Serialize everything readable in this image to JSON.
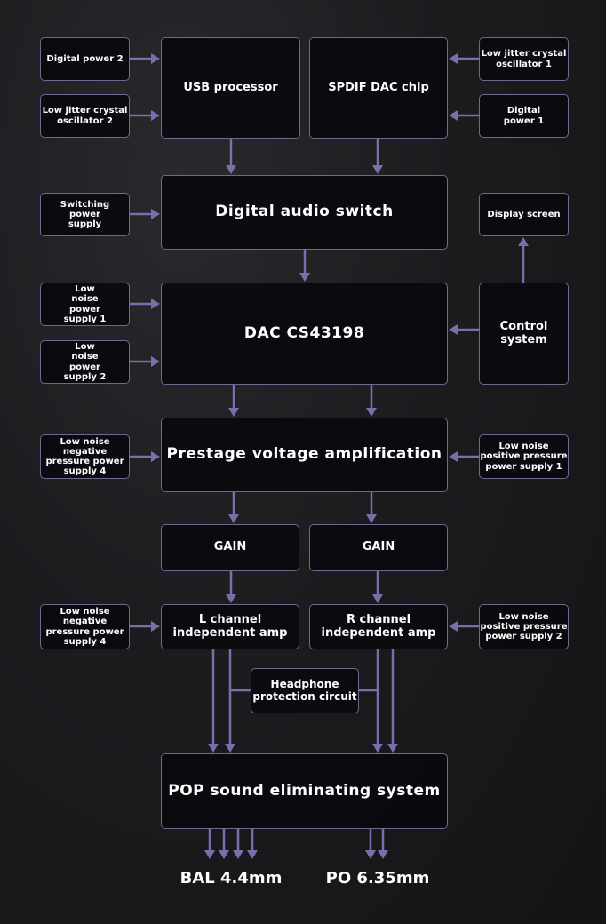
{
  "blocks": {
    "digital_power_2": "Digital power 2",
    "crystal_osc_2": "Low jitter crystal oscillator 2",
    "usb_processor": "USB processor",
    "spdif_dac": "SPDIF DAC chip",
    "crystal_osc_1": "Low jitter crystal oscillator 1",
    "digital_power_1": "Digital power 1",
    "switching_psu": "Switching power supply",
    "digital_audio_switch": "Digital audio switch",
    "display_screen": "Display screen",
    "low_noise_psu_1": "Low noise power supply 1",
    "low_noise_psu_2": "Low noise power supply 2",
    "dac": "DAC CS43198",
    "control_system": "Control system",
    "neg_psu_4_top": "Low noise negative pressure power supply 4",
    "prestage": "Prestage voltage amplification",
    "pos_psu_1": "Low noise positive pressure power supply 1",
    "gain_left": "GAIN",
    "gain_right": "GAIN",
    "neg_psu_4_bottom": "Low noise negative pressure power supply 4",
    "l_amp": "L channel independent amp",
    "r_amp": "R channel independent amp",
    "pos_psu_2": "Low noise positive pressure power supply 2",
    "protection": "Headphone protection circuit",
    "pop": "POP sound eliminating system"
  },
  "outputs": {
    "bal": "BAL 4.4mm",
    "po": "PO 6.35mm"
  },
  "colors": {
    "arrow": "#7d6dab",
    "border": "#6f6890"
  }
}
